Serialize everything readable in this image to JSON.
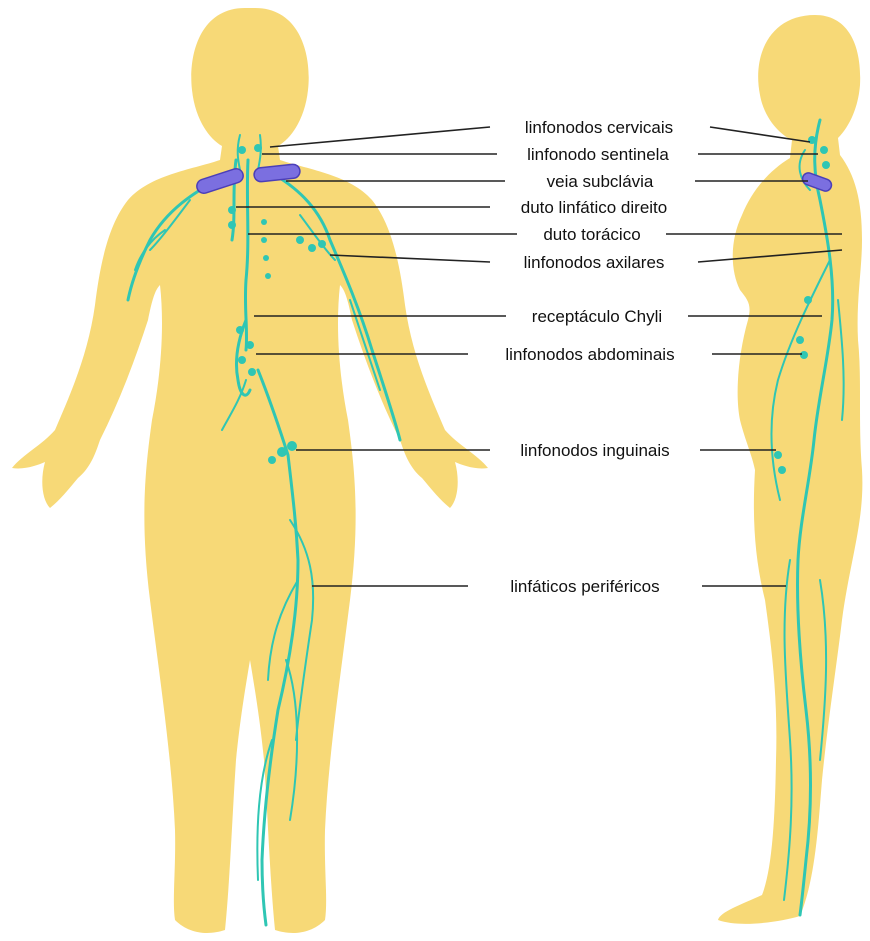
{
  "labels": {
    "cervical": "linfonodos cervicais",
    "sentinel": "linfonodo sentinela",
    "subclavian": "veia subclávia",
    "right_duct": "duto linfático direito",
    "thoracic": "duto torácico",
    "axillary": "linfonodos axilares",
    "chyli": "receptáculo Chyli",
    "abdominal": "linfonodos abdominais",
    "inguinal": "linfonodos inguinais",
    "peripheral": "linfáticos periféricos"
  },
  "colors": {
    "body": "#f7d977",
    "lymph": "#2fc6b4",
    "vein": "#7b6fe0",
    "text": "#111111"
  }
}
